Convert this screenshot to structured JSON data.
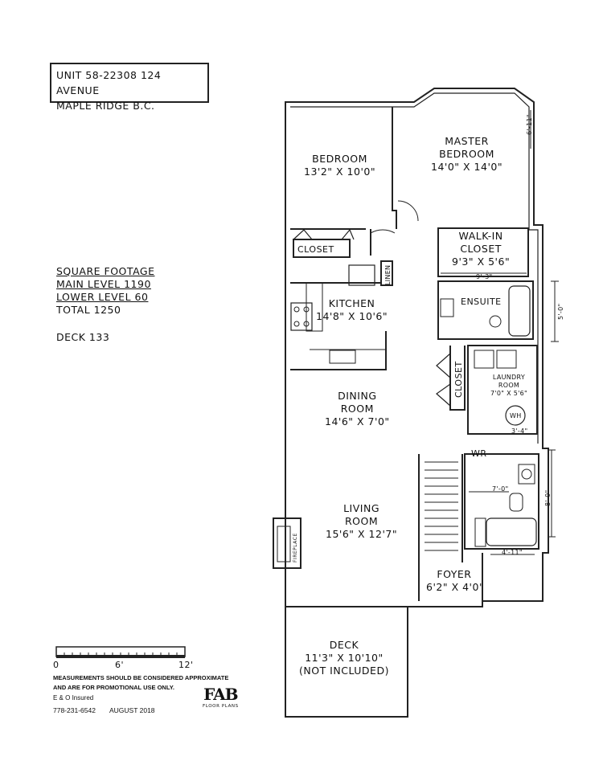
{
  "address": {
    "line1": "UNIT 58-22308 124 AVENUE",
    "line2": "MAPLE RIDGE B.C."
  },
  "square_footage": {
    "heading": "SQUARE FOOTAGE",
    "main_level": "MAIN LEVEL 1190",
    "lower_level": "LOWER LEVEL 60",
    "total": "TOTAL 1250",
    "deck": "DECK 133"
  },
  "rooms": {
    "bedroom": {
      "name": "BEDROOM",
      "size": "13'2\" X 10'0\""
    },
    "master": {
      "name1": "MASTER",
      "name2": "BEDROOM",
      "size": "14'0\" X 14'0\"",
      "dim": "6'-11\""
    },
    "walkin": {
      "name1": "WALK-IN",
      "name2": "CLOSET",
      "size": "9'3\" X 5'6\"",
      "dim": "9'-3\""
    },
    "closet_top": "CLOSET",
    "linen": "LINEN",
    "kitchen": {
      "name": "KITCHEN",
      "size": "14'8\" X 10'6\""
    },
    "ensuite": {
      "name": "ENSUITE",
      "dim": "5'-0\""
    },
    "closet_mid": "CLOSET",
    "laundry": {
      "name1": "LAUNDRY",
      "name2": "ROOM",
      "size": "7'0\" X 5'6\"",
      "dim": "3'-4\"",
      "wh": "WH"
    },
    "dining": {
      "name1": "DINING",
      "name2": "ROOM",
      "size": "14'6\" X 7'0\""
    },
    "wr": {
      "name": "WR",
      "dim_w": "7'-0\"",
      "dim_h": "8'-0\"",
      "dim_b": "4'-11\""
    },
    "living": {
      "name1": "LIVING",
      "name2": "ROOM",
      "size": "15'6\" X 12'7\""
    },
    "fireplace": "FIREPLACE",
    "foyer": {
      "name": "FOYER",
      "size": "6'2\" X 4'0'"
    },
    "deck": {
      "name": "DECK",
      "size": "11'3\" X 10'10\"",
      "note": "(NOT INCLUDED)"
    }
  },
  "scale": {
    "labels": [
      "0",
      "6'",
      "12'"
    ]
  },
  "notes": {
    "line1": "MEASUREMENTS SHOULD BE CONSIDERED APPROXIMATE",
    "line2": "AND ARE FOR PROMOTIONAL USE ONLY.",
    "line3": "E & O Insured"
  },
  "footer": {
    "phone": "778-231-6542",
    "date": "AUGUST 2018"
  },
  "logo": {
    "main": "FAB",
    "sub": "FLOOR PLANS"
  }
}
